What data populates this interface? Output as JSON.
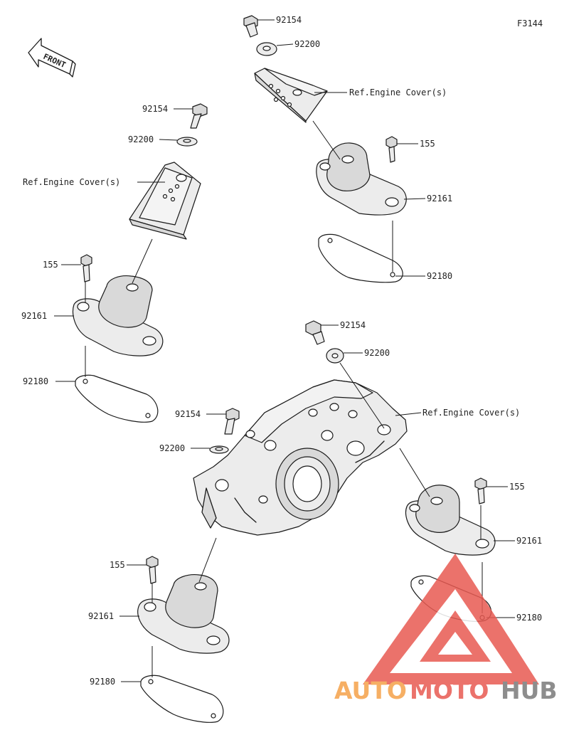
{
  "figure_code": "F3144",
  "front_label": "FRONT",
  "labels": {
    "top": {
      "bolt": "92154",
      "washer": "92200",
      "ref": "Ref.Engine Cover(s)",
      "bolt_155": "155",
      "mount": "92161",
      "plate": "92180"
    },
    "left": {
      "bolt": "92154",
      "washer": "92200",
      "ref": "Ref.Engine Cover(s)",
      "bolt_155": "155",
      "mount": "92161",
      "plate": "92180"
    },
    "center": {
      "bolt": "92154",
      "washer": "92200",
      "ref": "Ref.Engine Cover(s)"
    },
    "right": {
      "bolt_155": "155",
      "mount": "92161",
      "plate": "92180"
    },
    "mid_left": {
      "bolt": "92154",
      "washer": "92200"
    },
    "bottom_left": {
      "bolt_155": "155",
      "mount": "92161",
      "plate": "92180"
    }
  },
  "watermark": {
    "part1": "AUTO",
    "part2": "MOTO",
    "part3": "HUB",
    "color_red": "#e85a52",
    "color_orange": "#f5a24a",
    "color_gray": "#7a7a7a"
  }
}
